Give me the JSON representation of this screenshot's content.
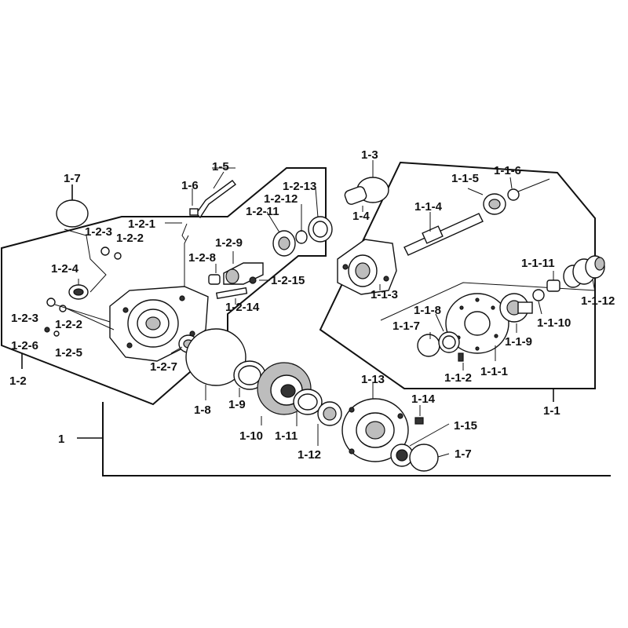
{
  "labels": {
    "l_1": "1",
    "l_1_1": "1-1",
    "l_1_2": "1-2",
    "l_1_3": "1-3",
    "l_1_4": "1-4",
    "l_1_5": "1-5",
    "l_1_6": "1-6",
    "l_1_7a": "1-7",
    "l_1_7b": "1-7",
    "l_1_8": "1-8",
    "l_1_9": "1-9",
    "l_1_10": "1-10",
    "l_1_11": "1-11",
    "l_1_12": "1-12",
    "l_1_13": "1-13",
    "l_1_14": "1-14",
    "l_1_15": "1-15",
    "l_1_1_1": "1-1-1",
    "l_1_1_2": "1-1-2",
    "l_1_1_3": "1-1-3",
    "l_1_1_4": "1-1-4",
    "l_1_1_5": "1-1-5",
    "l_1_1_6": "1-1-6",
    "l_1_1_7": "1-1-7",
    "l_1_1_8": "1-1-8",
    "l_1_1_9": "1-1-9",
    "l_1_1_10": "1-1-10",
    "l_1_1_11": "1-1-11",
    "l_1_1_12": "1-1-12",
    "l_1_2_1": "1-2-1",
    "l_1_2_2a": "1-2-2",
    "l_1_2_2b": "1-2-2",
    "l_1_2_3a": "1-2-3",
    "l_1_2_3b": "1-2-3",
    "l_1_2_4": "1-2-4",
    "l_1_2_5": "1-2-5",
    "l_1_2_6": "1-2-6",
    "l_1_2_7": "1-2-7",
    "l_1_2_8": "1-2-8",
    "l_1_2_9": "1-2-9",
    "l_1_2_11": "1-2-11",
    "l_1_2_12": "1-2-12",
    "l_1_2_13": "1-2-13",
    "l_1_2_14": "1-2-14",
    "l_1_2_15": "1-2-15"
  }
}
